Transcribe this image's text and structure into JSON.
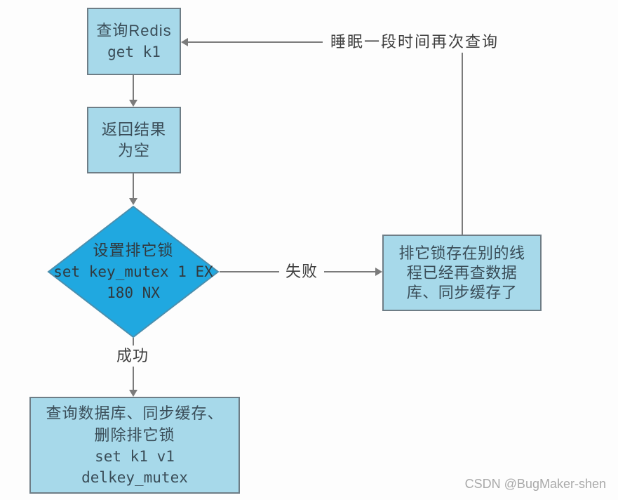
{
  "colors": {
    "page_bg": "#fdfdfd",
    "node_fill": "#a7d9ea",
    "node_border": "#6e7d86",
    "node_text": "#3a4d58",
    "diamond_fill": "#20a8e0",
    "diamond_border": "#4a8fae",
    "diamond_text": "#31393e",
    "line_color": "#7b7b7b",
    "label_text": "#3e3e3e",
    "watermark_color": "#a9a9a9"
  },
  "nodes": {
    "query_redis": {
      "lines": [
        "查询Redis",
        "get k1"
      ]
    },
    "empty_result": {
      "lines": [
        "返回结果",
        "为空"
      ]
    },
    "set_lock": {
      "lines": [
        "设置排它锁",
        "set key_mutex 1 EX",
        "180 NX"
      ]
    },
    "lock_exists": {
      "lines": [
        "排它锁存在别的线",
        "程已经再查数据",
        "库、同步缓存了"
      ]
    },
    "query_db": {
      "lines": [
        "查询数据库、同步缓存、",
        "删除排它锁",
        "set k1 v1",
        "delkey_mutex"
      ]
    }
  },
  "edges": {
    "fail_label": "失败",
    "success_label": "成功",
    "sleep_label": "睡眠一段时间再次查询"
  },
  "watermark": "CSDN @BugMaker-shen"
}
